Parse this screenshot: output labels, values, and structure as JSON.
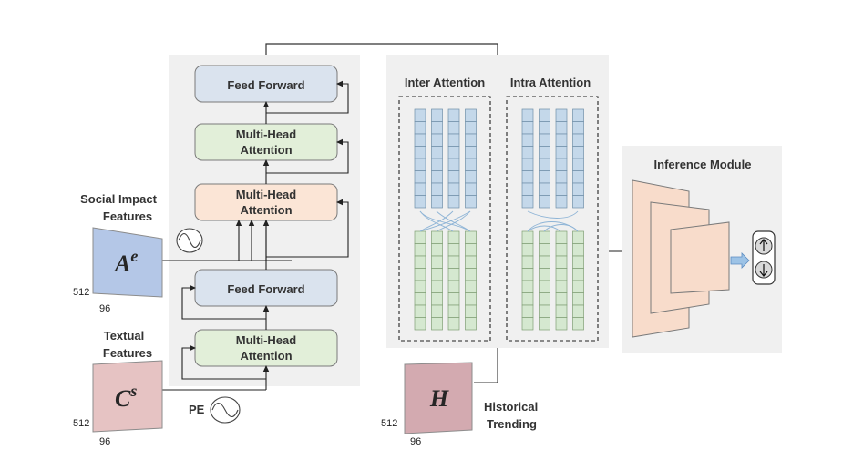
{
  "encoder": {
    "feed_forward_top": "Feed Forward",
    "mha_top_line1": "Multi-Head",
    "mha_top_line2": "Attention",
    "mha_cross_line1": "Multi-Head",
    "mha_cross_line2": "Attention",
    "feed_forward_bottom": "Feed Forward",
    "mha_bottom_line1": "Multi-Head",
    "mha_bottom_line2": "Attention"
  },
  "social_impact": {
    "title_line1": "Social Impact",
    "title_line2": "Features",
    "symbol": "A",
    "superscript": "e",
    "height_dim": "512",
    "width_dim": "96"
  },
  "textual": {
    "title_line1": "Textual",
    "title_line2": "Features",
    "symbol": "C",
    "superscript": "s",
    "height_dim": "512",
    "width_dim": "96"
  },
  "positional_encoding": {
    "label": "PE"
  },
  "attention": {
    "inter_label": "Inter Attention",
    "intra_label": "Intra Attention"
  },
  "historical": {
    "symbol": "H",
    "title_line1": "Historical",
    "title_line2": "Trending",
    "height_dim": "512",
    "width_dim": "96"
  },
  "inference": {
    "title": "Inference Module"
  },
  "colors": {
    "panel_bg": "#f0f0f0",
    "feed_forward": "#dae3ee",
    "mha_green": "#e2efd9",
    "mha_orange": "#fbe5d6",
    "social_block": "#b4c7e7",
    "textual_block": "#e6c3c3",
    "historical_block": "#d3aab0",
    "blue_cell": "#c4d8ea",
    "green_cell": "#d5e8d0",
    "inference_plate": "#f8dccb"
  }
}
